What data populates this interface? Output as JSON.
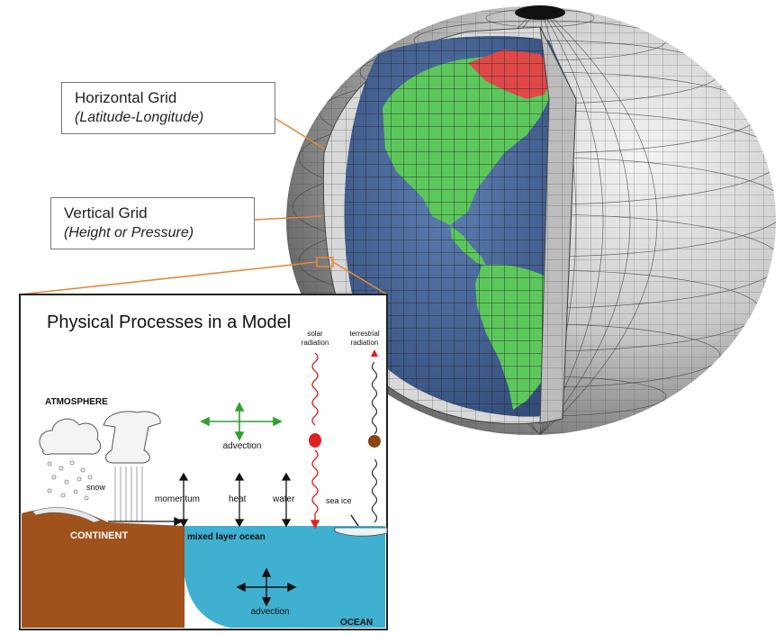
{
  "callouts": {
    "horizontal": {
      "title": "Horizontal Grid",
      "subtitle": "(Latitude-Longitude)"
    },
    "vertical": {
      "title": "Vertical Grid",
      "subtitle": "(Height or Pressure)"
    }
  },
  "panel": {
    "title": "Physical Processes in a Model",
    "labels": {
      "atmosphere": "ATMOSPHERE",
      "snow": "snow",
      "momentum": "momentum",
      "heat": "heat",
      "water": "water",
      "sea_ice": "sea ice",
      "solar_line1": "solar",
      "solar_line2": "radiation",
      "terrestrial_line1": "terrestrial",
      "terrestrial_line2": "radiation",
      "advection_air": "advection",
      "advection_ocean": "advection",
      "continent": "CONTINENT",
      "mixed_layer": "mixed layer ocean",
      "ocean": "OCEAN"
    }
  },
  "colors": {
    "continent": "#a0521d",
    "ocean": "#3fb0d0",
    "land_green": "#5cc85c",
    "ocean_blue": "#4a6fa0",
    "grid_shell": "#c8c8c8",
    "highlight_red": "#e04848",
    "callout_line": "#e08a3a",
    "solar": "#e02020",
    "terrestrial": "#8b4513",
    "advection_green": "#2ea02e"
  }
}
